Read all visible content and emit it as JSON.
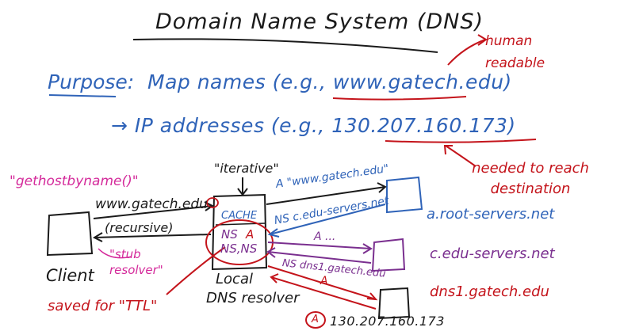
{
  "title": "Domain Name System (DNS)",
  "purpose": {
    "label": "Purpose:",
    "line1": "Map names (e.g., www.gatech.edu)",
    "line2": "→ IP addresses (e.g., 130.207.160.173)"
  },
  "notes": {
    "human_readable": "human readable",
    "needed_to_reach": "needed to reach destination",
    "gethostbyname": "\"gethostbyname()\"",
    "stub_resolver": "\"stub resolver\"",
    "saved_for_ttl": "saved for \"TTL\"",
    "iterative": "\"iterative\""
  },
  "client": {
    "label": "Client",
    "query": "www.gatech.edu.",
    "mode": "(recursive)"
  },
  "local_resolver": {
    "label_line1": "Local",
    "label_line2": "DNS resolver",
    "cache": "CACHE",
    "ns_entry": "NS",
    "a_entry": "A",
    "ns_ns_entry": "NS,NS"
  },
  "servers": {
    "root": "a.root-servers.net",
    "edu": "c.edu-servers.net",
    "gatech": "dns1.gatech.edu"
  },
  "messages": {
    "query_root": "A \"www.gatech.edu\"",
    "ref_root": "NS c.edu-servers.net",
    "query_edu": "A ...",
    "ref_edu": "NS dns1.gatech.edu",
    "query_gatech": "A",
    "answer": "A",
    "answer_ip": "130.207.160.173"
  },
  "colors": {
    "ink": "#1a1a1a",
    "blue": "#2f63b8",
    "red": "#c4141b",
    "purple": "#7a2f8f",
    "magenta": "#d4299a"
  }
}
